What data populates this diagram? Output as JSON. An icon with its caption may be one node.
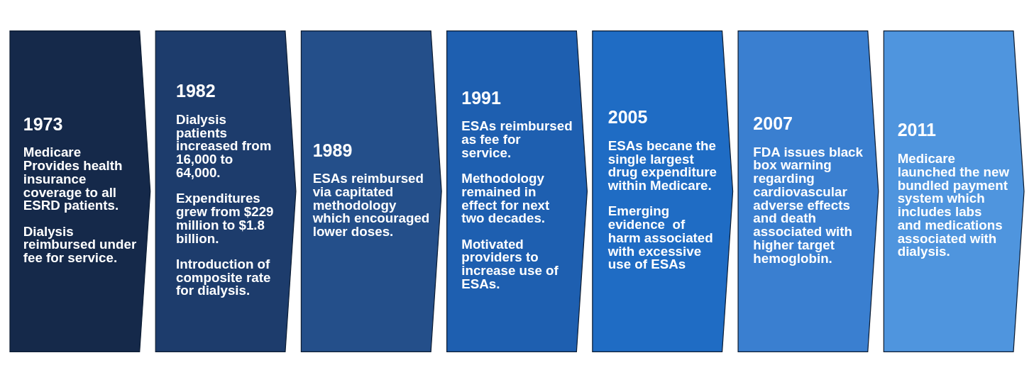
{
  "diagram": {
    "nodes": [
      {
        "text": [
          "1973",
          "Medicare Provides health insurance coverage to all ESRD patients.",
          "Dialysis reimbursed under fee for service."
        ]
      },
      {
        "text": [
          "1982",
          "Dialysis patients increased from 16,000 to 64,000.",
          "Expenditures grew from $229 million to $1.8 billion.",
          "Introduction of composite rate for dialysis."
        ]
      },
      {
        "text": [
          "1989",
          "ESAs reimbursed via capitated methodology which encouraged lower doses."
        ]
      },
      {
        "text": [
          "1991",
          "ESAs reimbursed as fee for service.",
          "Methodology remained in effect for next two decades.",
          "Motivated providers to increase use of ESAs."
        ]
      },
      {
        "text": [
          "2005",
          "ESAs becane the single largest drug expenditure within Medicare.",
          "Emerging evidence  of harm associated with excessive use of ESAs"
        ]
      },
      {
        "text": [
          "2007",
          "FDA issues black box warning regarding cardiovascular adverse effects and death associated with higher target hemoglobin."
        ]
      },
      {
        "text": [
          "2011",
          "Medicare launched the new bundled payment system which includes labs and medications associated with dialysis."
        ]
      }
    ],
    "edges": []
  }
}
